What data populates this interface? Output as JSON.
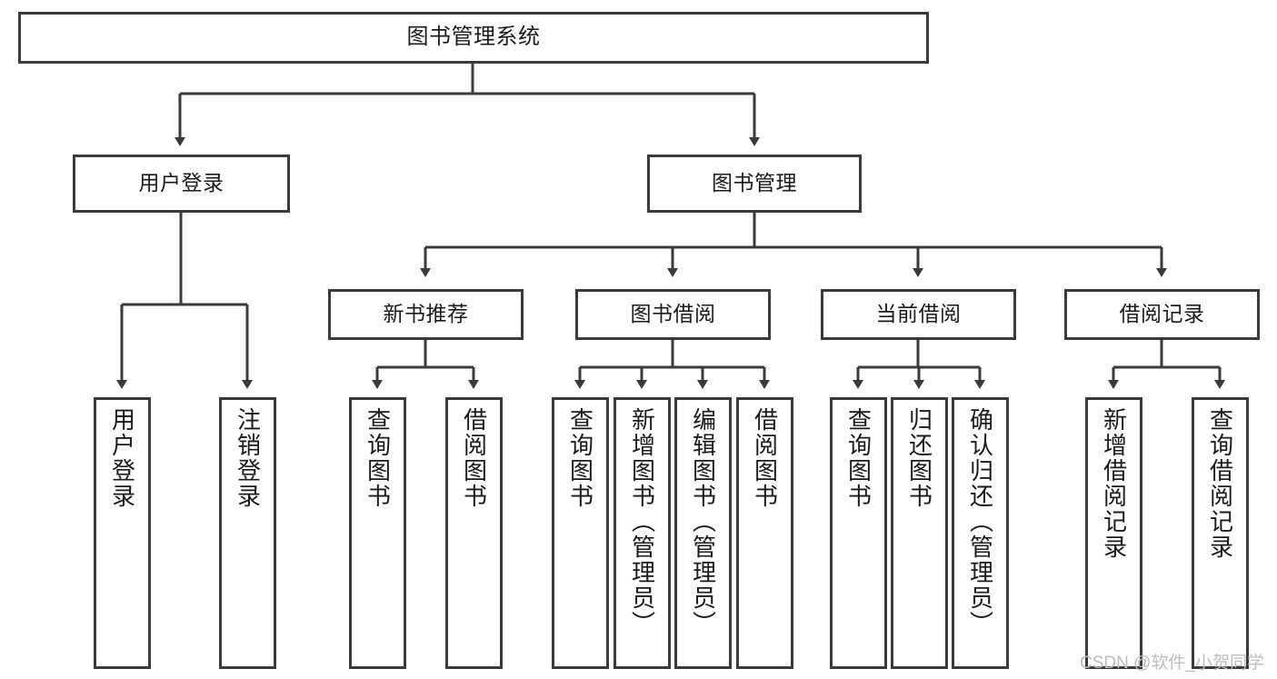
{
  "diagram": {
    "title": "图书管理系统",
    "watermark": "CSDN @软件_小贺同学",
    "stroke_color": "#3a3a3a",
    "background_color": "#ffffff",
    "text_color": "#1a1a1a",
    "watermark_color": "#bdbdbd"
  },
  "nodes": {
    "root": {
      "label": "图书管理系统"
    },
    "level1": [
      {
        "label": "用户登录"
      },
      {
        "label": "图书管理"
      }
    ],
    "level2": [
      {
        "label": "新书推荐"
      },
      {
        "label": "图书借阅"
      },
      {
        "label": "当前借阅"
      },
      {
        "label": "借阅记录"
      }
    ],
    "leaves_user_login": [
      {
        "label": "用户登录"
      },
      {
        "label": "注销登录"
      }
    ],
    "leaves_new_books": [
      {
        "label": "查询图书"
      },
      {
        "label": "借阅图书"
      }
    ],
    "leaves_borrow": [
      {
        "label": "查询图书"
      },
      {
        "label": "新增图书（管理员）"
      },
      {
        "label": "编辑图书（管理员）"
      },
      {
        "label": "借阅图书"
      }
    ],
    "leaves_current": [
      {
        "label": "查询图书"
      },
      {
        "label": "归还图书"
      },
      {
        "label": "确认归还（管理员）"
      }
    ],
    "leaves_records": [
      {
        "label": "新增借阅记录"
      },
      {
        "label": "查询借阅记录"
      }
    ]
  }
}
